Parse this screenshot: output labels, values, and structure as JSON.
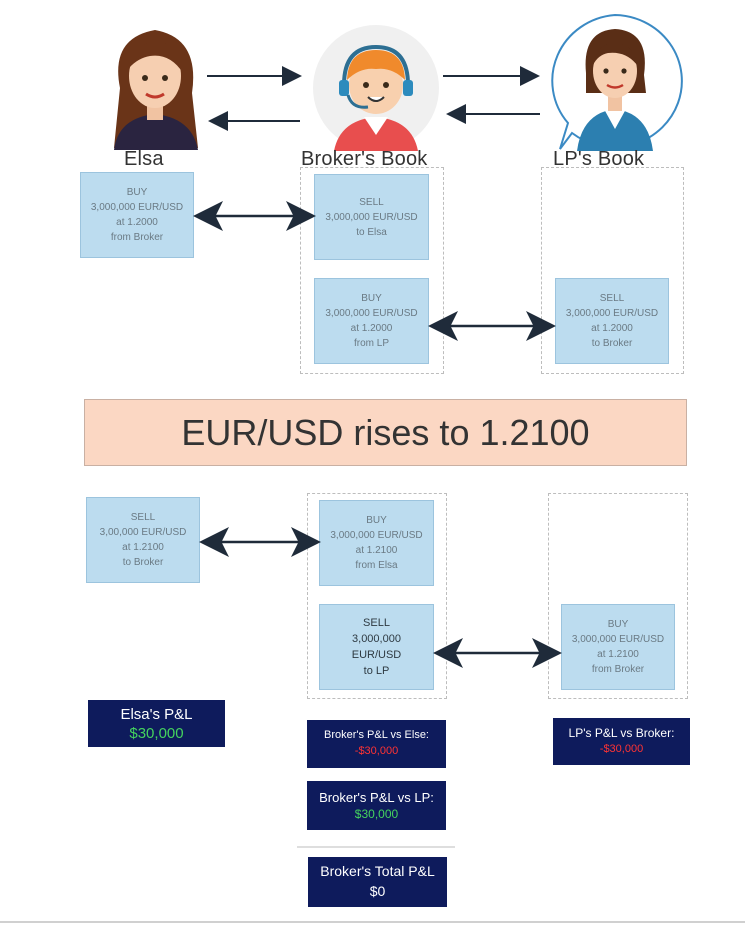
{
  "people": {
    "elsa": {
      "name": "Elsa"
    },
    "broker": {
      "name": "Broker's Book"
    },
    "lp": {
      "name": "LP's Book"
    }
  },
  "before": {
    "elsa_card": "BUY\n3,000,000 EUR/USD\nat 1.2000\nfrom Broker",
    "broker_card_1": "SELL\n3,000,000 EUR/USD\nto Elsa",
    "broker_card_2": "BUY\n3,000,000 EUR/USD\nat 1.2000\nfrom LP",
    "lp_card": "SELL\n3,000,000 EUR/USD\nat 1.2000\nto Broker"
  },
  "banner": {
    "text": "EUR/USD rises to 1.2100"
  },
  "after": {
    "elsa_card": "SELL\n3,00,000 EUR/USD\nat 1.2100\nto Broker",
    "broker_card_1": "BUY\n3,000,000 EUR/USD\nat 1.2100\nfrom Elsa",
    "broker_card_2": "SELL\n3,000,000\nEUR/USD\nto LP",
    "lp_card": "BUY\n3,000,000 EUR/USD\nat 1.2100\nfrom Broker"
  },
  "pnl": {
    "elsa": {
      "title": "Elsa's P&L",
      "value": "$30,000"
    },
    "broker_vs_elsa": {
      "title": "Broker's P&L vs Else:",
      "value": "-$30,000"
    },
    "broker_vs_lp": {
      "title": "Broker's P&L vs LP:",
      "value": "$30,000"
    },
    "lp_vs_broker": {
      "title": "LP's P&L vs Broker:",
      "value": "-$30,000"
    },
    "broker_total": {
      "title": "Broker's Total P&L",
      "value": "$0"
    }
  },
  "colors": {
    "card_fill": "#bcdcef",
    "banner_fill": "#fbd7c3",
    "pnl_fill": "#0e1b5c",
    "positive": "#44d35e",
    "negative": "#ff3333"
  }
}
